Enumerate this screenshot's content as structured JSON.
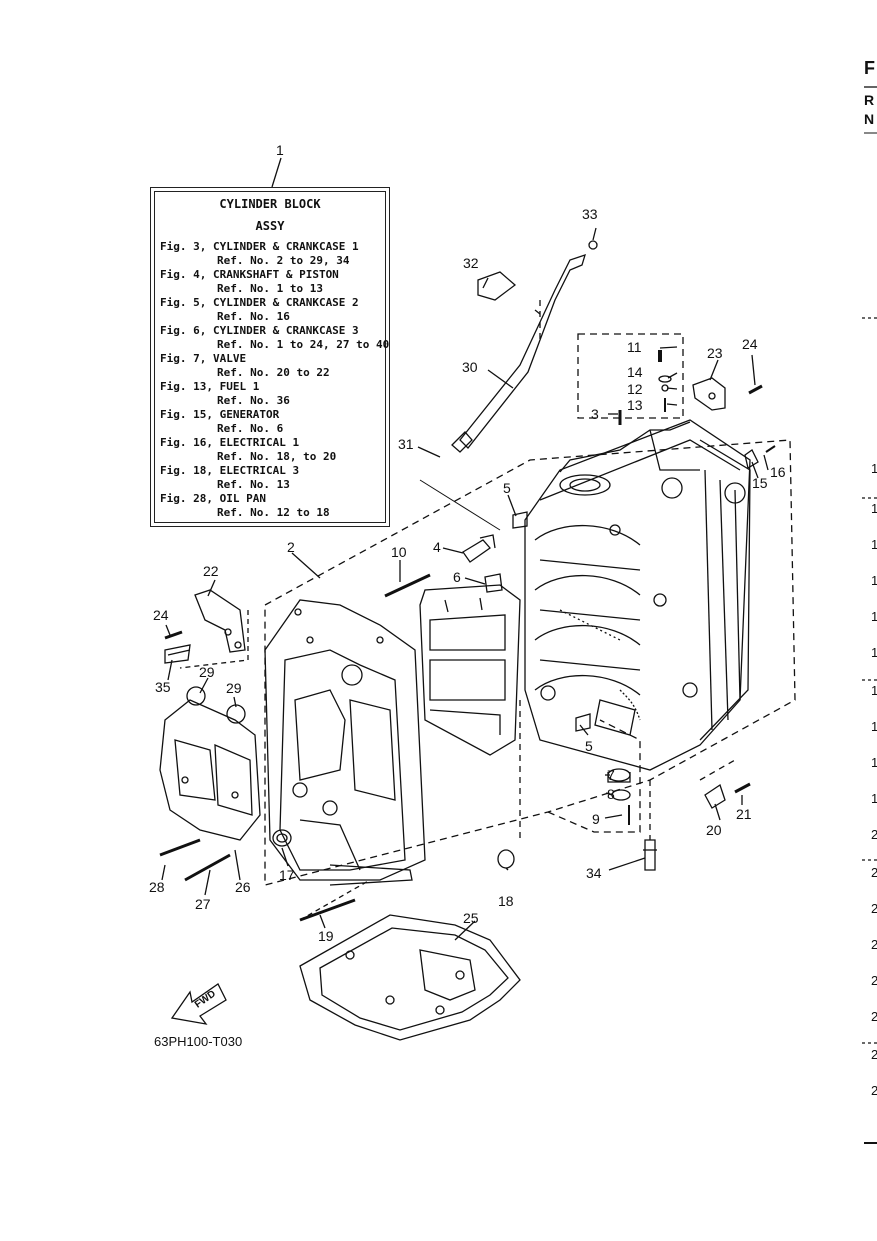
{
  "cylinder_block_box": {
    "title_1": "CYLINDER BLOCK",
    "title_2": "ASSY",
    "references": [
      "Fig. 3, CYLINDER & CRANKCASE 1",
      "Ref. No. 2 to 29, 34",
      "Fig. 4, CRANKSHAFT & PISTON",
      "Ref. No. 1 to 13",
      "Fig. 5, CYLINDER & CRANKCASE 2",
      "Ref. No. 16",
      "Fig. 6, CYLINDER & CRANKCASE 3",
      "Ref. No. 1 to 24, 27 to 40",
      "Fig. 7, VALVE",
      "Ref. No. 20 to 22",
      "Fig. 13, FUEL 1",
      "Ref. No. 36",
      "Fig. 15, GENERATOR",
      "Ref. No. 6",
      "Fig. 16, ELECTRICAL 1",
      "Ref. No. 18, to 20",
      "Fig. 18, ELECTRICAL 3",
      "Ref. No. 13",
      "Fig. 28, OIL PAN",
      "Ref. No. 12 to 18"
    ]
  },
  "callouts": [
    "1",
    "2",
    "3",
    "4",
    "5",
    "5",
    "6",
    "7",
    "8",
    "9",
    "10",
    "11",
    "12",
    "13",
    "14",
    "15",
    "16",
    "17",
    "18",
    "19",
    "20",
    "21",
    "22",
    "23",
    "24",
    "24",
    "25",
    "26",
    "27",
    "28",
    "29",
    "29",
    "30",
    "31",
    "32",
    "33",
    "34",
    "35"
  ],
  "diagram_code": "63PH100-T030",
  "fwd_label": "FWD",
  "margin_text": {
    "f": "F",
    "r": "R",
    "n": "N",
    "nums": [
      "1",
      "1",
      "1",
      "1",
      "1",
      "1",
      "1",
      "1",
      "1",
      "1",
      "2",
      "2",
      "2",
      "2",
      "2",
      "2",
      "2",
      "2"
    ]
  }
}
